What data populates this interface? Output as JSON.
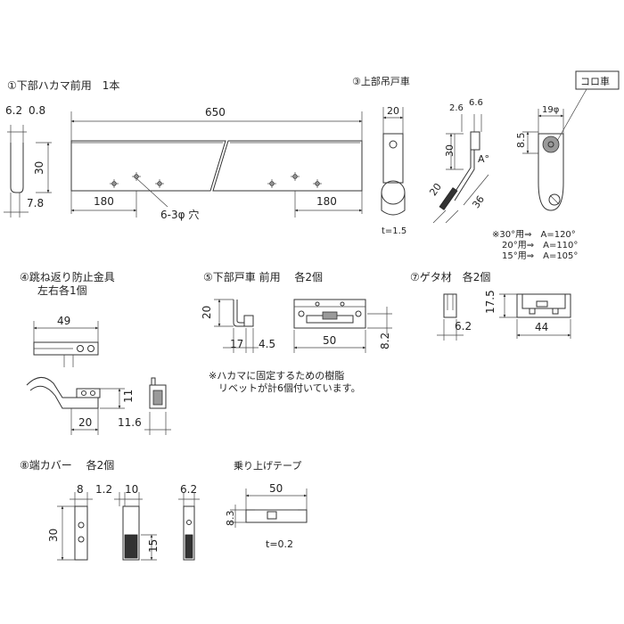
{
  "sections": {
    "s1": {
      "title": "①下部ハカマ前用　1本",
      "dims": {
        "thick_a": "6.2",
        "thick_b": "0.8",
        "height": "30",
        "base": "7.8",
        "length": "650",
        "left": "180",
        "right": "180",
        "hole": "6-3φ 穴"
      }
    },
    "s3": {
      "title": "③上部吊戸車",
      "dims": {
        "w20": "20",
        "d26": "2.6",
        "d66": "6.6",
        "h30": "30",
        "angle": "A°",
        "d20": "20",
        "d36": "36",
        "t15": "t=1.5",
        "d19": "19φ",
        "d85": "8.5"
      },
      "callout": "コロ車",
      "angles": [
        "※30°用⇒　A=120°",
        "20°用⇒　A=110°",
        "15°用⇒　A=105°"
      ]
    },
    "s4": {
      "title1": "④跳ね返り防止金具",
      "title2": "左右各1個",
      "dims": {
        "w49": "49",
        "h11": "11",
        "w20": "20",
        "w116": "11.6"
      }
    },
    "s5": {
      "title": "⑤下部戸車 前用　 各2個",
      "dims": {
        "h20": "20",
        "w17": "17",
        "w45": "4.5",
        "w50": "50",
        "h82": "8.2"
      },
      "note1": "※ハカマに固定するための樹脂",
      "note2": "リベットが計6個付いています。"
    },
    "s7": {
      "title": "⑦ゲタ材　各2個",
      "dims": {
        "h175": "17.5",
        "w62": "6.2",
        "w44": "44"
      }
    },
    "s8": {
      "title": "⑧端カバー　 各2個",
      "dims": {
        "w8": "8",
        "h30": "30",
        "w12": "1.2",
        "w10": "10",
        "h15": "15",
        "w62": "6.2"
      }
    },
    "tape": {
      "title": "乗り上げテープ",
      "dims": {
        "w50": "50",
        "h83": "8.3",
        "t02": "t=0.2"
      }
    }
  }
}
